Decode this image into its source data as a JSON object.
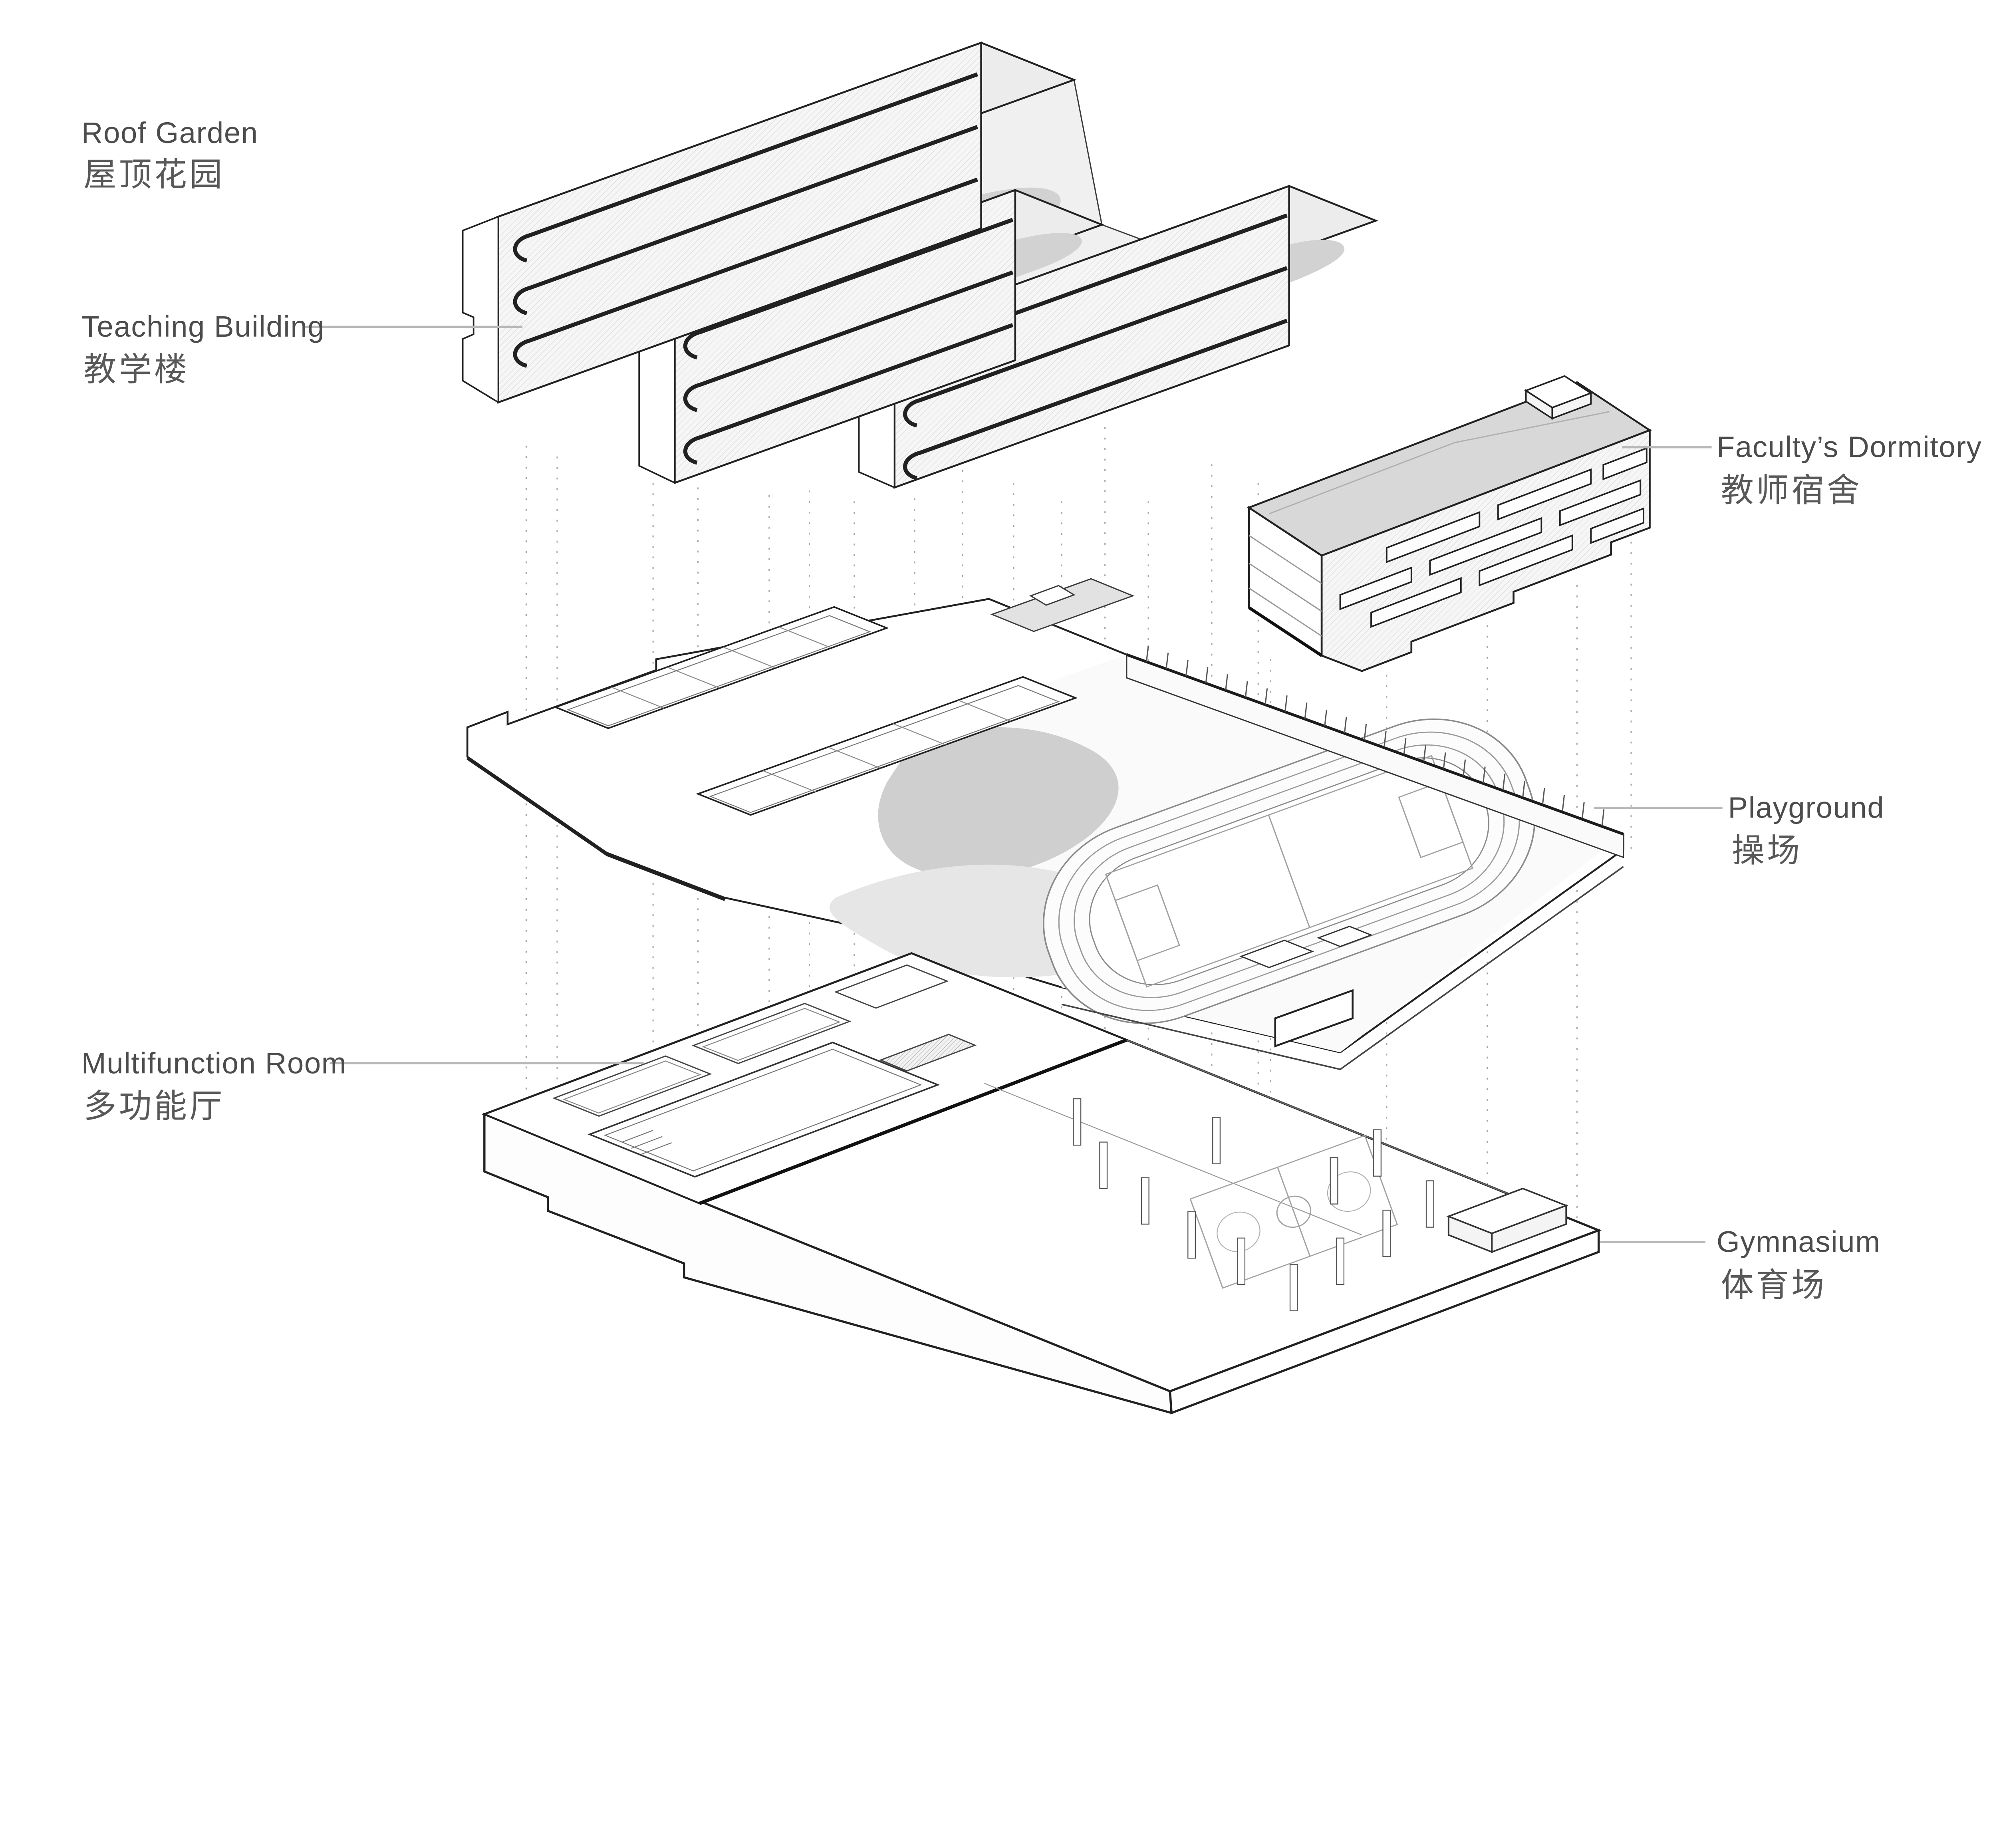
{
  "labels": {
    "roof_garden": {
      "en": "Roof Garden",
      "zh": "屋顶花园"
    },
    "teaching_building": {
      "en": "Teaching Building",
      "zh": "教学楼"
    },
    "facultys_dormitory": {
      "en": "Faculty’s Dormitory",
      "zh": "教师宿舍"
    },
    "playground": {
      "en": "Playground",
      "zh": "操场"
    },
    "multifunction_room": {
      "en": "Multifunction Room",
      "zh": "多功能厅"
    },
    "gymnasium": {
      "en": "Gymnasium",
      "zh": "体育场"
    }
  },
  "colors": {
    "background": "#ffffff",
    "ink": "#212121",
    "leader_line": "#b8b8b8",
    "label_text": "#4c4c4c",
    "roof_garden_gray": "#d2d2d2",
    "surface_gray": "#ececec",
    "dormitory_roof_gray": "#d8d8d8"
  }
}
